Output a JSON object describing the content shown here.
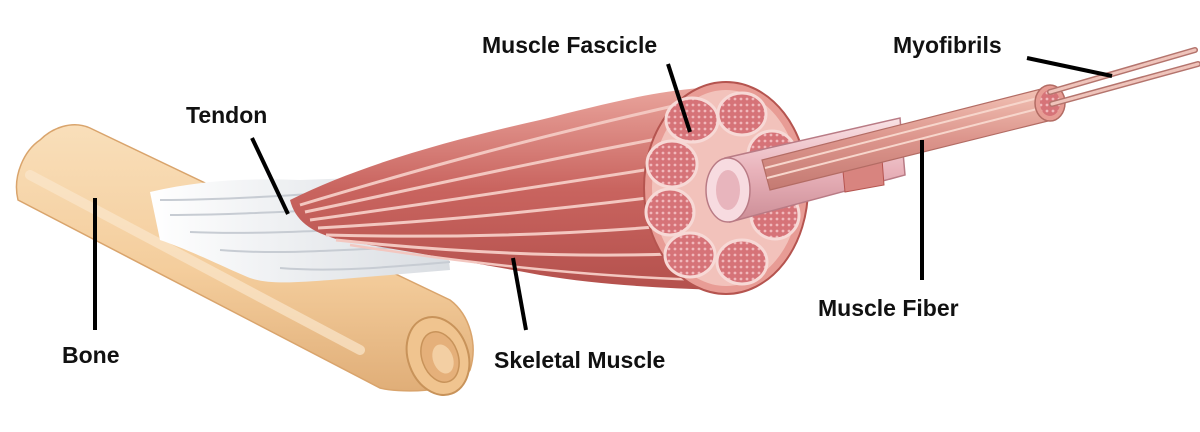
{
  "labels": {
    "muscle_fascicle": "Muscle Fascicle",
    "myofibrils": "Myofibrils",
    "tendon": "Tendon",
    "bone": "Bone",
    "skeletal_muscle": "Skeletal Muscle",
    "muscle_fiber": "Muscle Fiber"
  },
  "colors": {
    "bone_fill": "#f6d3a6",
    "bone_shade": "#e7b985",
    "tendon": "#eef0f2",
    "muscle": "#cf6f68",
    "muscle_light": "#f0c4bd",
    "fascicle": "#d9777b",
    "fiber": "#f2c7cc",
    "myofibril": "#e1a09a"
  }
}
